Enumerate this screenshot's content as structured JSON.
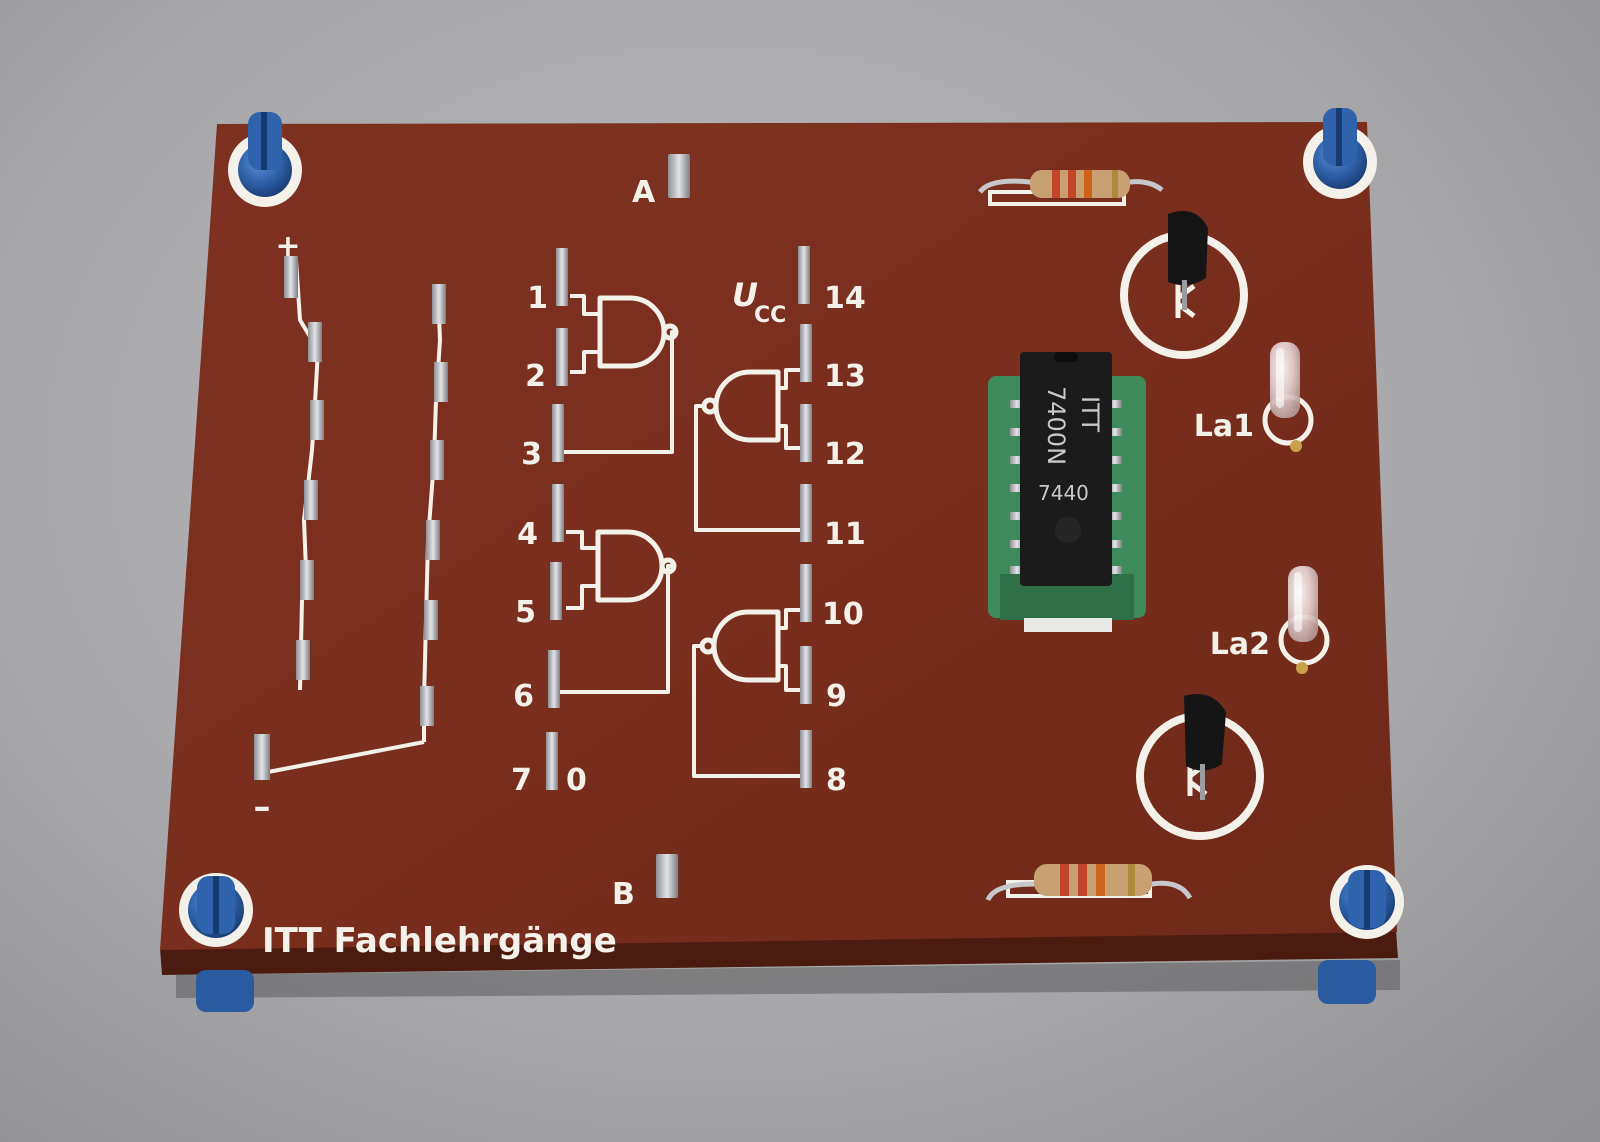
{
  "board": {
    "brand": "ITT Fachlehrgänge",
    "input_labels": {
      "a": "A",
      "b": "B"
    },
    "supply_labels": {
      "plus": "+",
      "minus": "–"
    },
    "left_pins": [
      "1",
      "2",
      "3",
      "4",
      "5",
      "6",
      "7"
    ],
    "ground_pin": "0",
    "right_pins": [
      "14",
      "13",
      "12",
      "11",
      "10",
      "9",
      "8"
    ],
    "ucc_main": "U",
    "ucc_sub": "CC",
    "lamps": [
      "La1",
      "La2"
    ]
  },
  "chip": {
    "maker": "ITT",
    "part": "7400N",
    "code": "7440"
  },
  "colors": {
    "background": "#aaaaac",
    "board": "#7a2f1e",
    "silkscreen": "#f4f1ea",
    "chip_socket": "#3f8a5a",
    "chip_body": "#1b1b1b",
    "standoff": "#2a5aa0"
  }
}
